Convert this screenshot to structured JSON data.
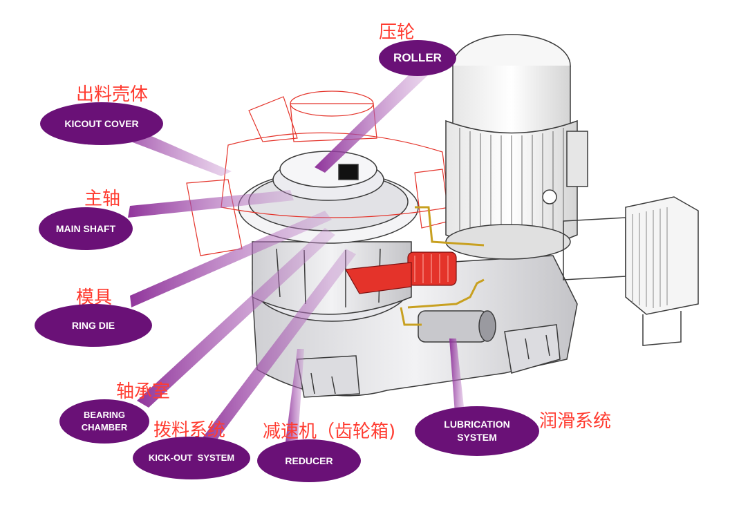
{
  "labels": [
    {
      "key": "roller",
      "zh": "压轮",
      "en": [
        "ROLLER"
      ]
    },
    {
      "key": "kickout-cover",
      "zh": "出料壳体",
      "en": [
        "KICOUT COVER"
      ]
    },
    {
      "key": "main-shaft",
      "zh": "主轴",
      "en": [
        "MAIN SHAFT"
      ]
    },
    {
      "key": "ring-die",
      "zh": "模具",
      "en": [
        "RING DIE"
      ]
    },
    {
      "key": "bearing-chamber",
      "zh": "轴承室",
      "en": [
        "BEARING",
        "CHAMBER"
      ]
    },
    {
      "key": "kick-out-system",
      "zh": "拨料系统",
      "en": [
        "KICK-OUT  SYSTEM"
      ]
    },
    {
      "key": "reducer",
      "zh": "减速机（齿轮箱)",
      "en": [
        "REDUCER"
      ]
    },
    {
      "key": "lubrication-system",
      "zh": "润滑系统",
      "en": [
        "LUBRICATION",
        "SYSTEM"
      ]
    }
  ],
  "colors": {
    "bubble": "#6a1177",
    "zh_text": "#ff3b30",
    "machine_line": "#3a3a3a",
    "red_part": "#e4332a",
    "pipe": "#c8a020"
  }
}
